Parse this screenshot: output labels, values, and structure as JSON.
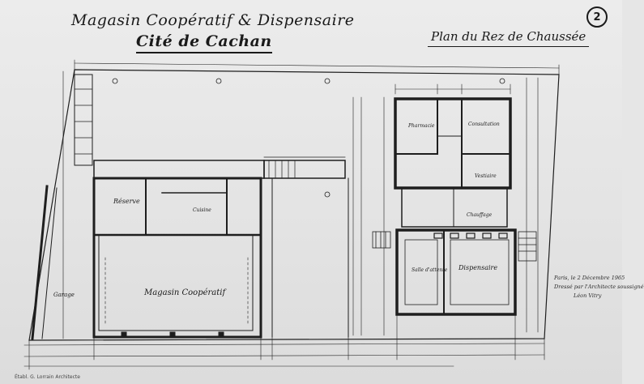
{
  "header": {
    "title_line1": "Magasin Coopératif & Dispensaire",
    "title_line2": "Cité de Cachan",
    "plan_title": "Plan du Rez de Chaussée",
    "sheet_number": "2"
  },
  "rooms": {
    "magasin": "Magasin Coopératif",
    "reserve": "Réserve",
    "cuisine": "Cuisine",
    "garage": "Garage",
    "dispensaire": "Dispensaire",
    "salle_attente": "Salle d'attente",
    "pharmacie": "Pharmacie",
    "consultation": "Consultation",
    "vestiaire": "Vestiaire",
    "chauffage": "Chauffage"
  },
  "signature": {
    "line1": "Paris, le 2 Décembre 1965",
    "line2": "Dressé par l'Architecte soussigné",
    "line3": "Léon Vitry"
  },
  "footer": {
    "stamp": "Établ. G. Lorrain Architecte"
  }
}
